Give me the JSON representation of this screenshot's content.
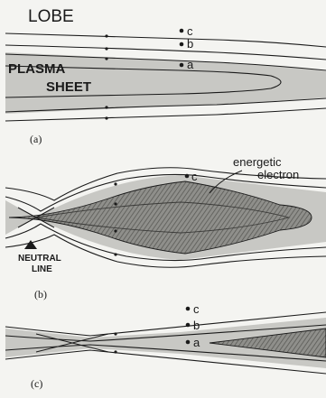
{
  "panel_a": {
    "region_lobe": "LOBE",
    "region_plasma_line1": "PLASMA",
    "region_plasma_line2": "SHEET",
    "point_c": "c",
    "point_b": "b",
    "point_a": "a",
    "caption": "(a)"
  },
  "panel_b": {
    "label_energetic_line1": "energetic",
    "label_energetic_line2": "electron",
    "point_c": "c",
    "label_neutral_line1": "NEUTRAL",
    "label_neutral_line2": "LINE",
    "caption": "(b)"
  },
  "panel_c": {
    "point_c": "c",
    "point_b": "b",
    "point_a": "a",
    "caption": "(c)"
  },
  "colors": {
    "ink": "#1a1a1a",
    "plasma_sheet_fill": "#c8c8c4",
    "energetic_region_fill": "#8a8a86",
    "background": "#f4f4f1"
  }
}
